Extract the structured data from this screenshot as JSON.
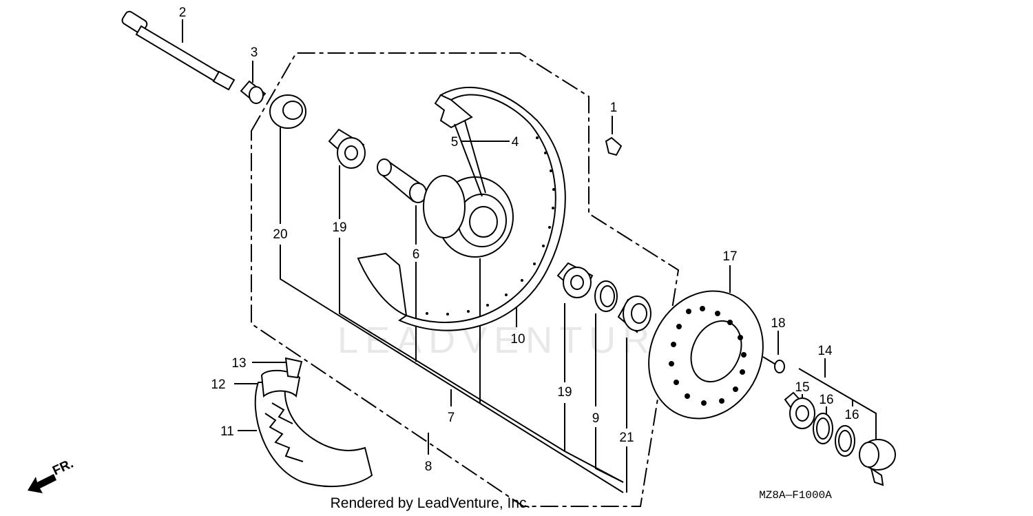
{
  "diagram": {
    "callouts": [
      "1",
      "2",
      "3",
      "4",
      "5",
      "6",
      "7",
      "8",
      "9",
      "10",
      "11",
      "12",
      "13",
      "14",
      "15",
      "16",
      "16",
      "17",
      "18",
      "19",
      "19",
      "20",
      "21"
    ],
    "watermark": "LEADVENTURE",
    "direction_label": "FR.",
    "footer_text": "Rendered by LeadVenture, Inc.",
    "drawing_code": "MZ8A—F1000A"
  }
}
